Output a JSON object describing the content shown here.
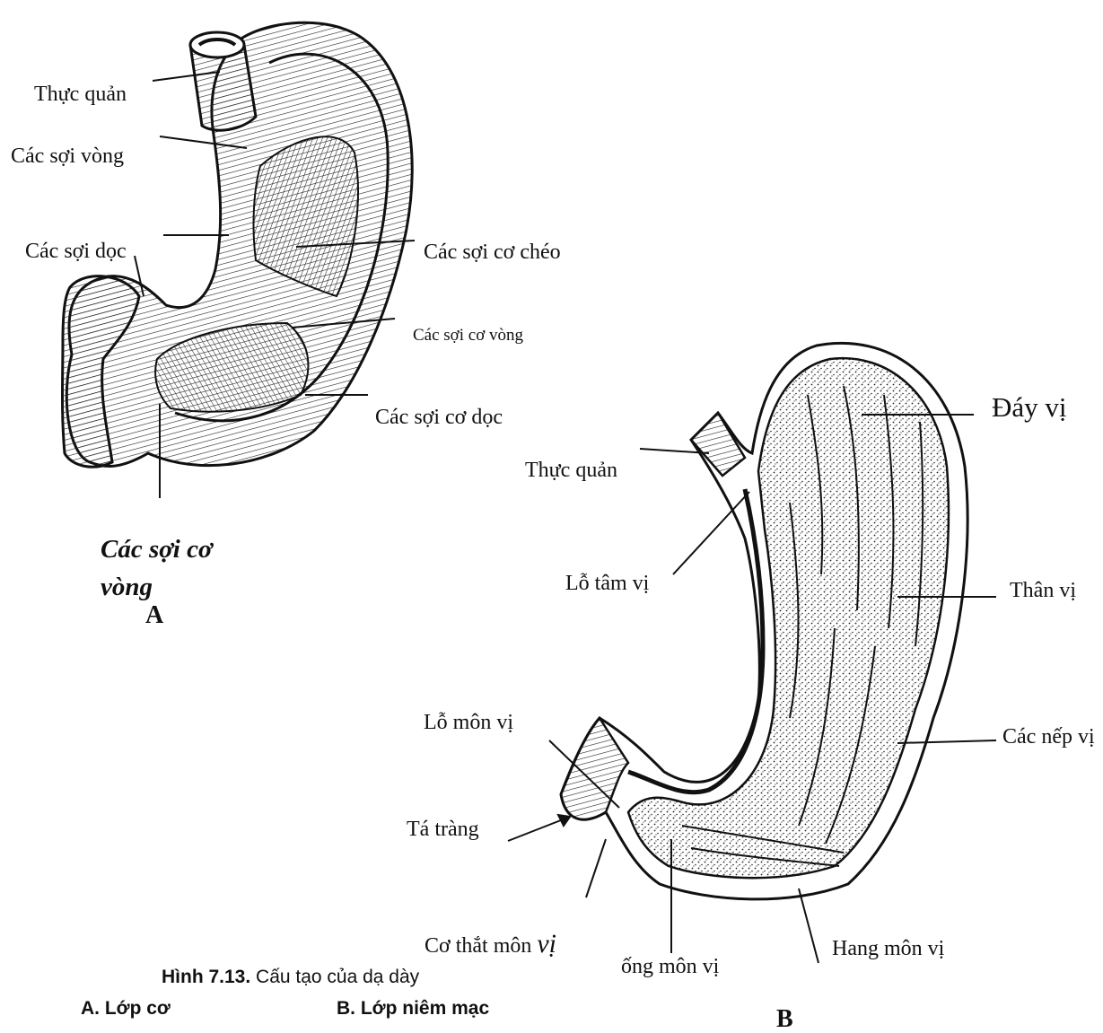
{
  "panel_a": {
    "labels": {
      "thuc_quan": "Thực quản",
      "cac_soi_vong": "Các sợi vòng",
      "cac_soi_doc": "Các sợi dọc",
      "cac_soi_co_cheo": "Các sợi cơ chéo",
      "cac_soi_co_vong": "Các sợi cơ vòng",
      "cac_soi_co_doc": "Các sợi cơ dọc",
      "cac_soi_co_vong_bottom_line1": "Các sợi cơ",
      "cac_soi_co_vong_bottom_line2": "vòng"
    },
    "panel_letter": "A"
  },
  "panel_b": {
    "labels": {
      "day_vi": "Đáy vị",
      "thuc_quan": "Thực quản",
      "lo_tam_vi": "Lỗ tâm vị",
      "than_vi": "Thân vị",
      "lo_mon_vi": "Lỗ môn vị",
      "cac_nep_vi": "Các nếp vị",
      "ta_trang": "Tá tràng",
      "co_that_mon_vi_prefix": "Cơ thắt môn",
      "co_that_mon_vi_suffix": "vị",
      "ong_mon_vi": "ống môn vị",
      "hang_mon_vi": "Hang môn vị"
    },
    "panel_letter": "B"
  },
  "caption": {
    "figure_number": "Hình 7.13.",
    "title": " Cấu tạo của dạ dày",
    "part_a": "A. Lớp cơ",
    "part_b": "B. Lớp niêm mạc"
  }
}
